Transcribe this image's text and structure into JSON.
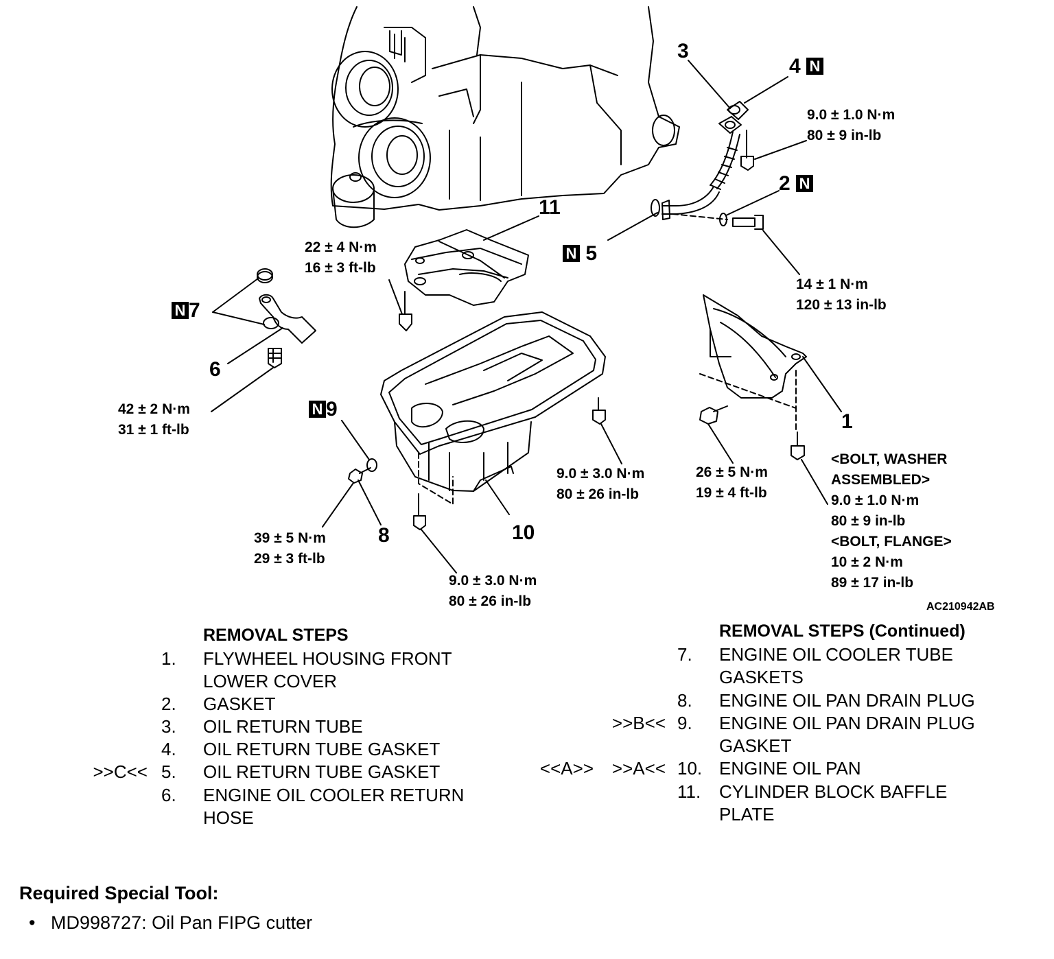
{
  "figure_id": "AC210942AB",
  "callouts": [
    {
      "id": "c1",
      "text": "1",
      "badge": ""
    },
    {
      "id": "c2",
      "text": "2",
      "badge": "N"
    },
    {
      "id": "c3",
      "text": "3",
      "badge": ""
    },
    {
      "id": "c4",
      "text": "4",
      "badge": "N"
    },
    {
      "id": "c5",
      "text": "5",
      "badge": "N"
    },
    {
      "id": "c6",
      "text": "6",
      "badge": ""
    },
    {
      "id": "c7",
      "text": "7",
      "badge": "N"
    },
    {
      "id": "c8",
      "text": "8",
      "badge": ""
    },
    {
      "id": "c9",
      "text": "9",
      "badge": "N"
    },
    {
      "id": "c10",
      "text": "10",
      "badge": ""
    },
    {
      "id": "c11",
      "text": "11",
      "badge": ""
    }
  ],
  "torques": {
    "tube_bolt": [
      "9.0 ± 1.0 N·m",
      "80 ± 9 in-lb"
    ],
    "gasket2_bolt": [
      "14 ± 1 N·m",
      "120 ± 13 in-lb"
    ],
    "baffle": [
      "22 ± 4 N·m",
      "16 ± 3 ft-lb"
    ],
    "hose_bolt": [
      "42 ± 2 N·m",
      "31 ± 1 ft-lb"
    ],
    "drain_plug": [
      "39 ± 5 N·m",
      "29 ± 3 ft-lb"
    ],
    "pan_bottom": [
      "9.0 ± 3.0 N·m",
      "80 ± 26 in-lb"
    ],
    "pan_right": [
      "9.0 ± 3.0 N·m",
      "80 ± 26 in-lb"
    ],
    "cover_bolt": [
      "26 ± 5 N·m",
      "19 ± 4 ft-lb"
    ],
    "cover_spec": [
      "<BOLT, WASHER",
      "ASSEMBLED>",
      "9.0 ± 1.0 N·m",
      "80 ± 9 in-lb",
      "<BOLT, FLANGE>",
      "10 ± 2 N·m",
      "89 ± 17 in-lb"
    ]
  },
  "removal_left": {
    "title": "REMOVAL STEPS",
    "rows": [
      {
        "mark": "",
        "num": "1.",
        "text": "FLYWHEEL HOUSING FRONT"
      },
      {
        "mark": "",
        "num": "",
        "text": "LOWER COVER"
      },
      {
        "mark": "",
        "num": "2.",
        "text": "GASKET"
      },
      {
        "mark": "",
        "num": "3.",
        "text": "OIL RETURN TUBE"
      },
      {
        "mark": "",
        "num": "4.",
        "text": "OIL RETURN TUBE GASKET"
      },
      {
        "mark": ">>C<<",
        "num": "5.",
        "text": "OIL RETURN TUBE GASKET"
      },
      {
        "mark": "",
        "num": "6.",
        "text": "ENGINE OIL COOLER RETURN"
      },
      {
        "mark": "",
        "num": "",
        "text": "HOSE"
      }
    ]
  },
  "removal_right": {
    "title": "REMOVAL STEPS (Continued)",
    "rows": [
      {
        "mark1": "",
        "mark2": "",
        "num": "7.",
        "text": "ENGINE OIL COOLER TUBE"
      },
      {
        "mark1": "",
        "mark2": "",
        "num": "",
        "text": "GASKETS"
      },
      {
        "mark1": "",
        "mark2": "",
        "num": "8.",
        "text": "ENGINE OIL PAN DRAIN PLUG"
      },
      {
        "mark1": "",
        "mark2": ">>B<<",
        "num": "9.",
        "text": "ENGINE OIL PAN DRAIN PLUG"
      },
      {
        "mark1": "",
        "mark2": "",
        "num": "",
        "text": "GASKET"
      },
      {
        "mark1": "<<A>>",
        "mark2": ">>A<<",
        "num": "10.",
        "text": "ENGINE OIL PAN"
      },
      {
        "mark1": "",
        "mark2": "",
        "num": "11.",
        "text": "CYLINDER BLOCK BAFFLE"
      },
      {
        "mark1": "",
        "mark2": "",
        "num": "",
        "text": "PLATE"
      }
    ]
  },
  "special_tool": {
    "title": "Required Special Tool:",
    "bullet": "•",
    "item": "MD998727: Oil Pan FIPG cutter"
  }
}
